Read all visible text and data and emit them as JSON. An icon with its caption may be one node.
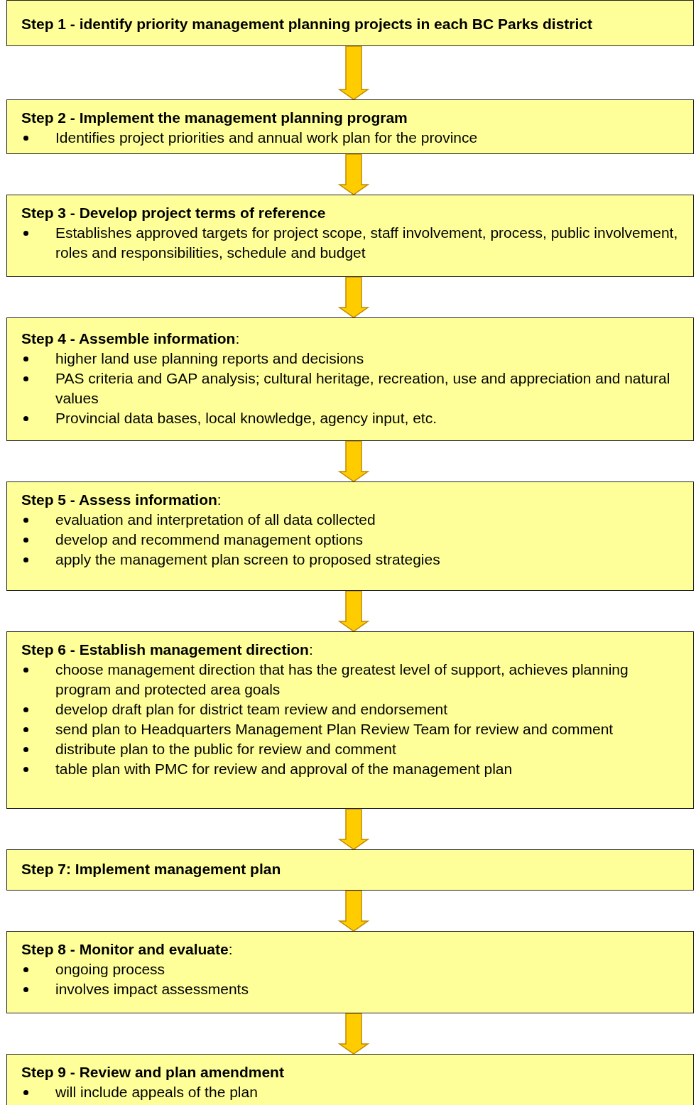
{
  "diagram": {
    "nodes": [
      {
        "text": [
          "Step 1 - identify priority management planning projects in each BC Parks district"
        ]
      },
      {
        "text": [
          "Step 2 - Implement the management planning program",
          "Identifies project priorities and annual work plan for the province"
        ]
      },
      {
        "text": [
          "Step 3 - Develop project terms of reference",
          "Establishes approved targets for project scope, staff involvement, process, public involvement, roles and responsibilities, schedule and budget"
        ]
      },
      {
        "text": [
          "**Step 4 - Assemble information**:",
          "higher land use planning reports and decisions",
          "PAS criteria and GAP analysis; cultural heritage, recreation, use and appreciation and natural values",
          "Provincial data bases, local knowledge, agency input, etc."
        ]
      },
      {
        "text": [
          "**Step 5 - Assess information**:",
          "evaluation and interpretation of all data collected",
          "develop and recommend management options",
          "apply the management plan screen to proposed strategies"
        ]
      },
      {
        "text": [
          "**Step 6 - Establish management direction**:",
          "choose management direction that has the greatest level of support, achieves planning program and protected area goals",
          "develop draft plan for district team review and endorsement",
          "send plan to Headquarters Management Plan Review Team for review and comment",
          "distribute plan to the public for review and comment",
          "table plan with PMC for review and approval of the management plan"
        ]
      },
      {
        "text": [
          "Step 7: Implement management plan"
        ]
      },
      {
        "text": [
          "**Step 8 - Monitor and evaluate**:",
          "ongoing process",
          "involves impact assessments"
        ]
      },
      {
        "text": [
          "Step 9 - Review and plan amendment",
          "will include appeals of the plan"
        ]
      }
    ],
    "edges": [
      {
        "from": 0,
        "to": 1,
        "arrow": "to"
      },
      {
        "from": 1,
        "to": 2,
        "arrow": "to"
      },
      {
        "from": 2,
        "to": 3,
        "arrow": "to"
      },
      {
        "from": 3,
        "to": 4,
        "arrow": "to"
      },
      {
        "from": 4,
        "to": 5,
        "arrow": "to"
      },
      {
        "from": 5,
        "to": 6,
        "arrow": "to"
      },
      {
        "from": 6,
        "to": 7,
        "arrow": "to"
      },
      {
        "from": 7,
        "to": 8,
        "arrow": "to"
      }
    ]
  }
}
